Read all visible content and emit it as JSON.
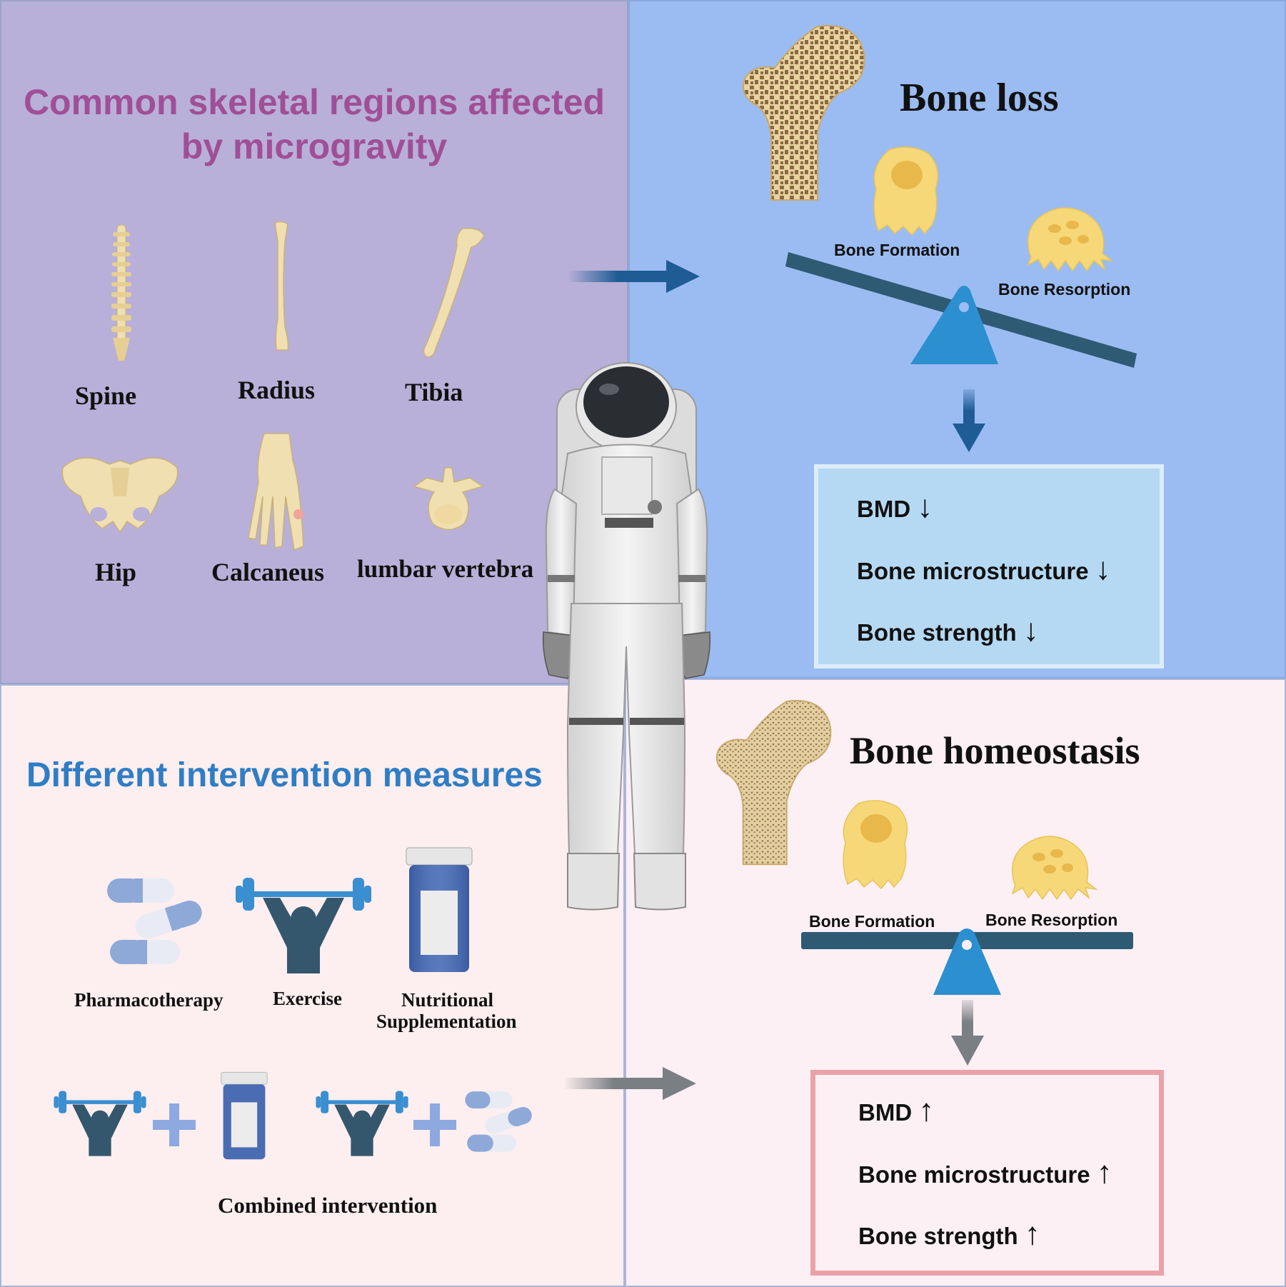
{
  "panels": {
    "skeletal": {
      "title_line1": "Common skeletal regions affected",
      "title_line2": "by microgravity",
      "bones": [
        "Spine",
        "Radius",
        "Tibia",
        "Hip",
        "Calcaneus",
        "lumbar vertebra"
      ]
    },
    "bone_loss": {
      "title": "Bone loss",
      "formation_label": "Bone Formation",
      "resorption_label": "Bone Resorption",
      "outcomes": [
        "BMD",
        "Bone microstructure",
        "Bone strength"
      ],
      "arrow": "↓"
    },
    "intervention": {
      "title": "Different intervention measures",
      "measures": [
        "Pharmacotherapy",
        "Exercise",
        "Nutritional",
        "Supplementation"
      ],
      "combined_label": "Combined intervention"
    },
    "homeostasis": {
      "title": "Bone homeostasis",
      "formation_label": "Bone Formation",
      "resorption_label": "Bone Resorption",
      "outcomes": [
        "BMD",
        "Bone microstructure",
        "Bone strength"
      ],
      "arrow": "↑"
    }
  },
  "colors": {
    "purple_bg": "#b8b0d8",
    "blue_bg": "#9bbcf2",
    "pink_bg": "#fdeeef",
    "title_purple": "#a04f97",
    "title_blue": "#2f7dc5",
    "arrow_blue": "#1f5c95",
    "arrow_gray": "#7a7f84",
    "seesaw": "#2e5a74",
    "fulcrum": "#2c8fd0",
    "cell_yellow": "#f6d878"
  },
  "icons": [
    "spine-icon",
    "radius-icon",
    "tibia-icon",
    "hip-icon",
    "foot-icon",
    "vertebra-icon",
    "femur-icon",
    "osteoblast-icon",
    "osteoclast-icon",
    "seesaw-icon",
    "astronaut-icon",
    "capsule-icon",
    "weightlifter-icon",
    "bottle-icon",
    "plus-icon"
  ]
}
